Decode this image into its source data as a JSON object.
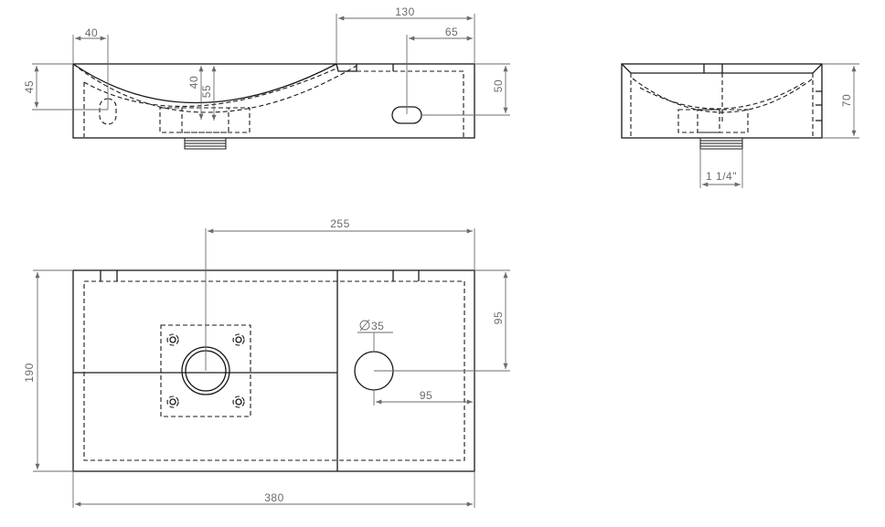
{
  "dimensions": {
    "front_130": "130",
    "front_65": "65",
    "front_40_top": "40",
    "front_45": "45",
    "front_40_v": "40",
    "front_55": "55",
    "front_50": "50",
    "side_70": "70",
    "side_thread": "1 1/4\"",
    "top_255": "255",
    "top_190": "190",
    "top_95_v": "95",
    "top_dia35": "35",
    "top_95_h": "95",
    "top_380": "380"
  },
  "symbols": {
    "diameter_icon": "diameter-symbol"
  },
  "colors": {
    "line": "#1a1a1a",
    "dimension": "#6b6b6b",
    "background": "#ffffff"
  }
}
